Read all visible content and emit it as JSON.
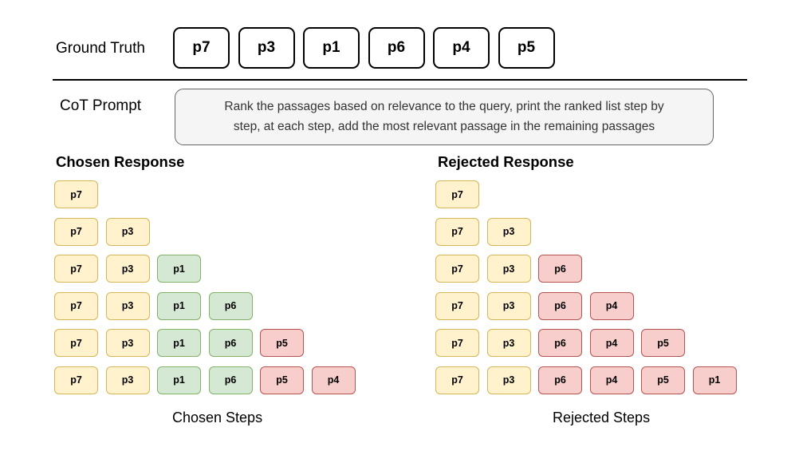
{
  "ground_truth": {
    "label": "Ground Truth",
    "items": [
      "p7",
      "p3",
      "p1",
      "p6",
      "p4",
      "p5"
    ]
  },
  "cot": {
    "label": "CoT Prompt",
    "line1": "Rank the passages based on relevance to the query, print the ranked list step by",
    "line2": "step, at each step, add the most relevant passage in the remaining passages"
  },
  "chosen": {
    "title": "Chosen Response",
    "caption": "Chosen Steps",
    "steps": [
      [
        "p7"
      ],
      [
        "p7",
        "p3"
      ],
      [
        "p7",
        "p3",
        "p1"
      ],
      [
        "p7",
        "p3",
        "p1",
        "p6"
      ],
      [
        "p7",
        "p3",
        "p1",
        "p6",
        "p5"
      ],
      [
        "p7",
        "p3",
        "p1",
        "p6",
        "p5",
        "p4"
      ]
    ]
  },
  "rejected": {
    "title": "Rejected Response",
    "caption": "Rejected Steps",
    "steps": [
      [
        "p7"
      ],
      [
        "p7",
        "p3"
      ],
      [
        "p7",
        "p3",
        "p6"
      ],
      [
        "p7",
        "p3",
        "p6",
        "p4"
      ],
      [
        "p7",
        "p3",
        "p6",
        "p4",
        "p5"
      ],
      [
        "p7",
        "p3",
        "p6",
        "p4",
        "p5",
        "p1"
      ]
    ]
  },
  "colors": {
    "context_fill": "#fff2cc",
    "context_border": "#d6b656",
    "correct_fill": "#d5e8d4",
    "correct_border": "#82b366",
    "wrong_fill": "#f8cecc",
    "wrong_border": "#b85450"
  }
}
